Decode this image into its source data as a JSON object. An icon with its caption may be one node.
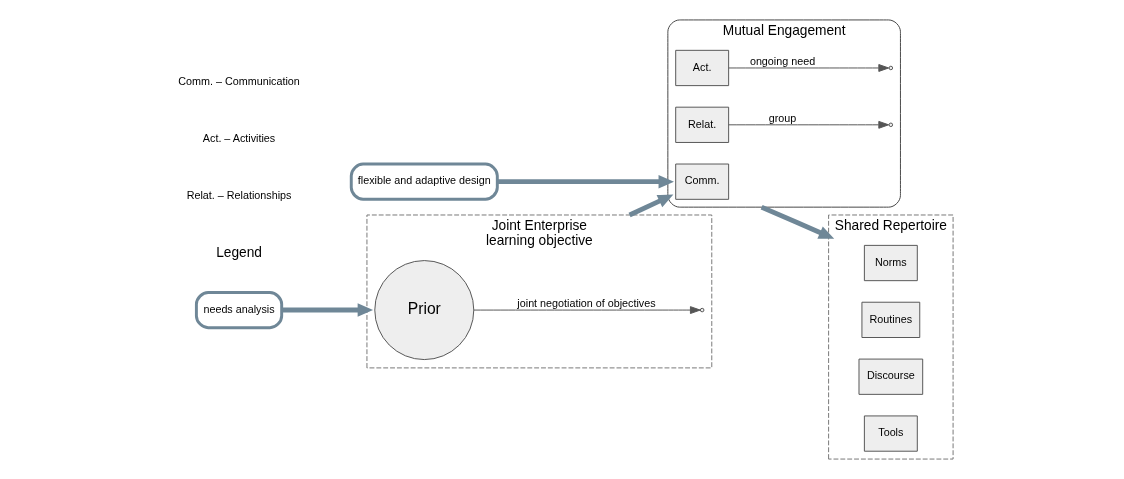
{
  "diagram": {
    "nodes": [
      {
        "text": [
          "Joint Enterprise",
          "learning objective"
        ]
      },
      {
        "text": [
          "Prior"
        ],
        "in": 0
      },
      {
        "text": [
          "needs analysis"
        ]
      },
      {
        "text": [
          "Mutual Engagement"
        ]
      },
      {
        "text": [
          "Comm."
        ],
        "in": 3
      },
      {
        "text": [
          "Act."
        ],
        "in": 3
      },
      {
        "text": [
          "Relat."
        ],
        "in": 3
      },
      {
        "text": [
          "flexible and adaptive design"
        ]
      },
      {
        "text": [
          "Shared Repertoire"
        ]
      },
      {
        "text": [
          "Norms"
        ],
        "in": 8
      },
      {
        "text": [
          "Routines"
        ],
        "in": 8
      },
      {
        "text": [
          "Discourse"
        ],
        "in": 8
      },
      {
        "text": [
          "Tools"
        ],
        "in": 8
      }
    ],
    "edges": [
      {
        "from": 1,
        "to": null,
        "arrow": "to",
        "label": "joint negotiation of objectives",
        "color": "#555555"
      },
      {
        "from": 2,
        "to": 0,
        "arrow": "to"
      },
      {
        "from": 0,
        "to": 3,
        "arrow": "to"
      },
      {
        "from": 5,
        "to": null,
        "arrow": "to",
        "label": "ongoing need",
        "color": "#555555"
      },
      {
        "from": 6,
        "to": null,
        "arrow": "to",
        "label": "group",
        "color": "#555555"
      },
      {
        "from": 7,
        "to": 3,
        "arrow": "to"
      },
      {
        "from": 3,
        "to": 8,
        "arrow": "to"
      }
    ],
    "labels": [
      "Legend"
    ],
    "legend": [
      {
        "text": "Comm. – Communication"
      },
      {
        "text": "Act. – Activities"
      },
      {
        "text": "Relat. – Relationships"
      }
    ]
  }
}
